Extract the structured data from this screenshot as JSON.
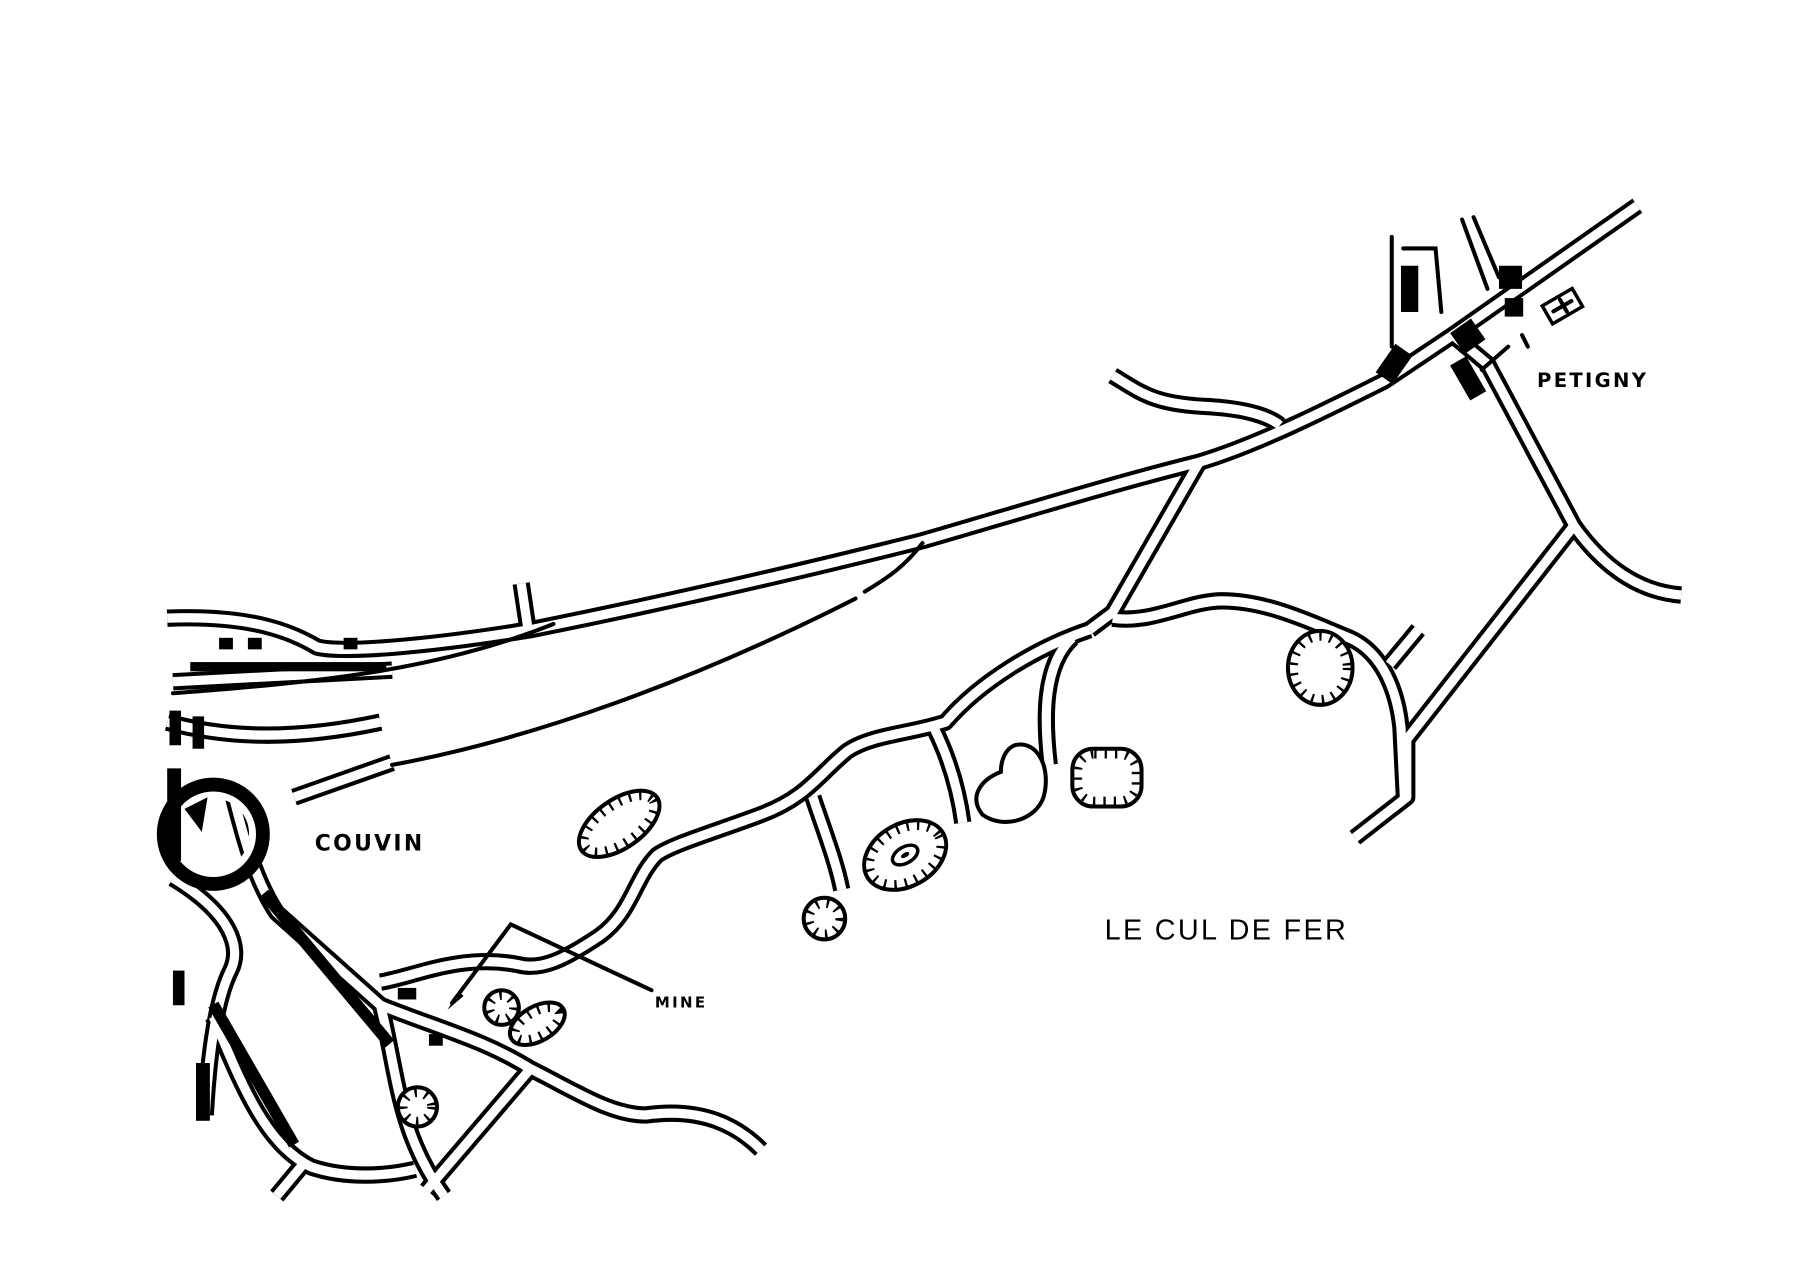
{
  "map": {
    "labels": {
      "couvin": "COUVIN",
      "petigny": "PETIGNY",
      "le_cul_de_fer": "LE CUL DE FER",
      "mine": "MINE"
    },
    "colors": {
      "ink": "#000000",
      "paper": "#ffffff"
    }
  }
}
